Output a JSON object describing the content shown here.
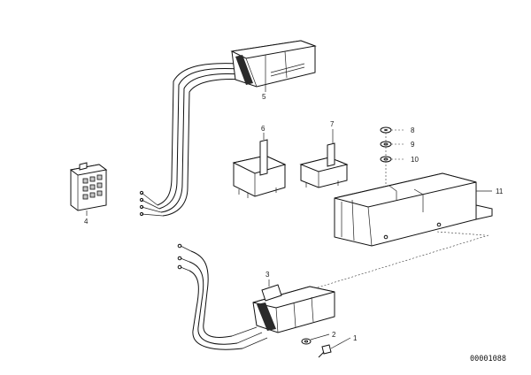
{
  "diagram": {
    "part_labels": [
      "1",
      "2",
      "3",
      "4",
      "5",
      "6",
      "7",
      "8",
      "9",
      "10",
      "11"
    ],
    "image_code": "00001088"
  }
}
